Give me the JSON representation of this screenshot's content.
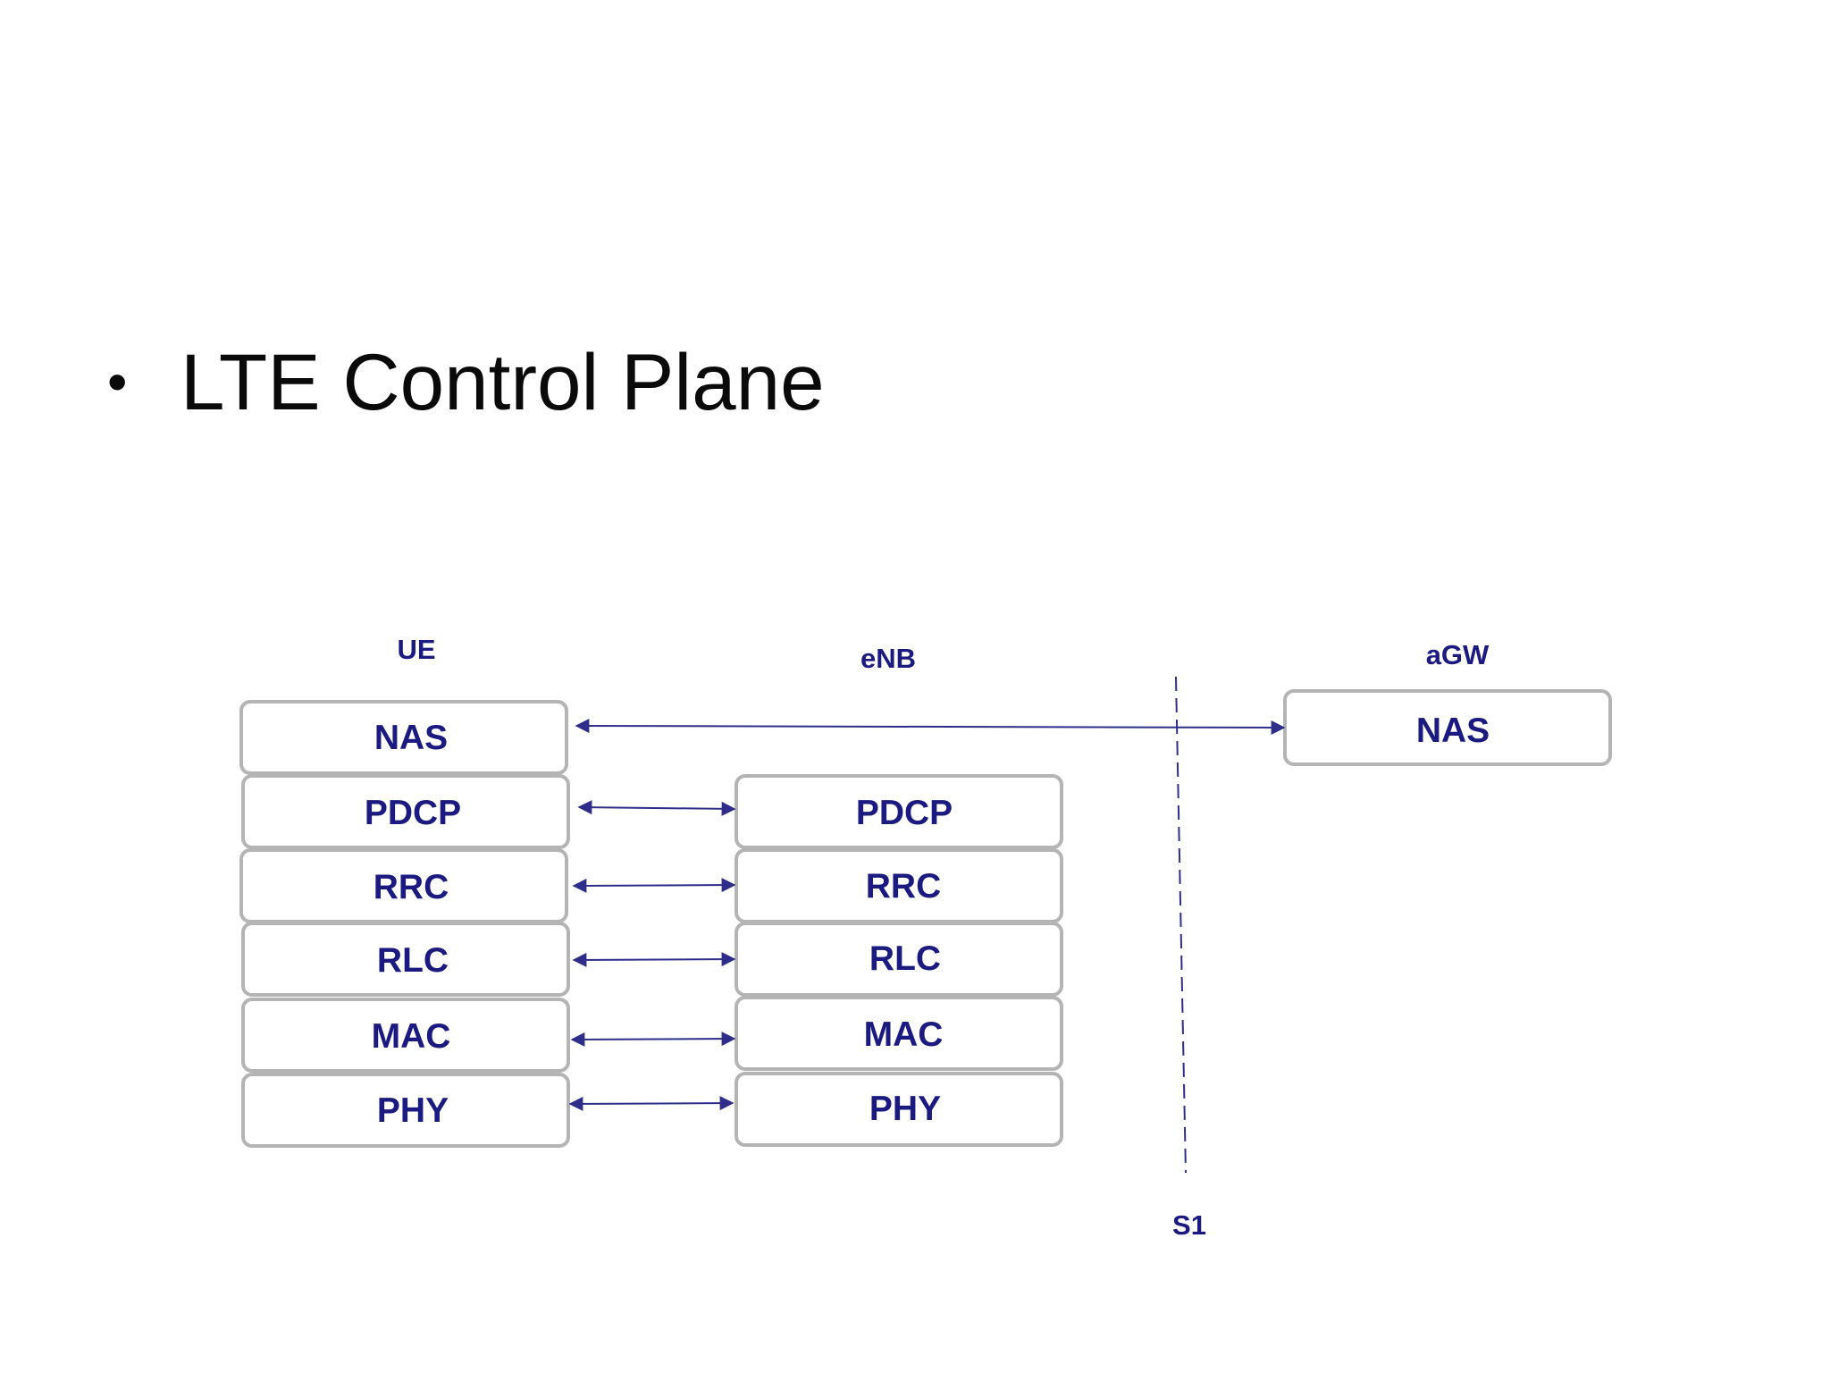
{
  "slide": {
    "title": "LTE Control Plane",
    "bullet": "•"
  },
  "diagram": {
    "columns": {
      "ue": "UE",
      "enb": "eNB",
      "agw": "aGW"
    },
    "interface_label": "S1",
    "ue_layers": [
      "NAS",
      "PDCP",
      "RRC",
      "RLC",
      "MAC",
      "PHY"
    ],
    "enb_layers": [
      "PDCP",
      "RRC",
      "RLC",
      "MAC",
      "PHY"
    ],
    "agw_layers": [
      "NAS"
    ],
    "colors": {
      "text": "#1a1a80",
      "arrow": "#2e2e8a",
      "box_border": "#b4b4b4",
      "interface_line": "#2e2e8a"
    }
  }
}
